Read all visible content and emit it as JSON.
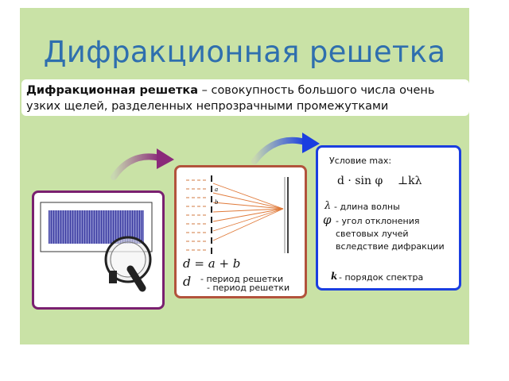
{
  "slide": {
    "title": "Дифракционная решетка",
    "definition": {
      "term": "Дифракционная решетка",
      "text": "– совокупность большого числа очень узких щелей, разделенных непрозрачными промежутками"
    }
  },
  "middle_panel": {
    "formula_d_lhs": "d",
    "formula_eq": "= a + b",
    "d_symbol": "d",
    "period_label_1": "- период решетки",
    "period_label_2": "- период решетки",
    "grating_labels": [
      "a",
      "b"
    ]
  },
  "right_panel": {
    "condition_title": "Условие max:",
    "formula_left": "d · sin φ",
    "formula_right": "⊥kλ",
    "lambda_symbol": "λ",
    "lambda_desc": "- длина волны",
    "phi_symbol": "φ",
    "phi_desc_1": "- угол отклонения",
    "phi_desc_2": "световых лучей",
    "phi_desc_3": "вследствие дифракции",
    "k_symbol": "k",
    "k_desc": "- порядок спектра"
  },
  "colors": {
    "slide_bg": "#c9e2a6",
    "title": "#2f6fae",
    "panel1_border": "#7a2070",
    "panel2_border": "#b2533c",
    "panel3_border": "#1a3ee0",
    "grating_stripes": "#3a3aa0",
    "rays": "#e07a3a"
  },
  "icons": [
    "magnifier-icon",
    "curved-arrow-icon"
  ]
}
